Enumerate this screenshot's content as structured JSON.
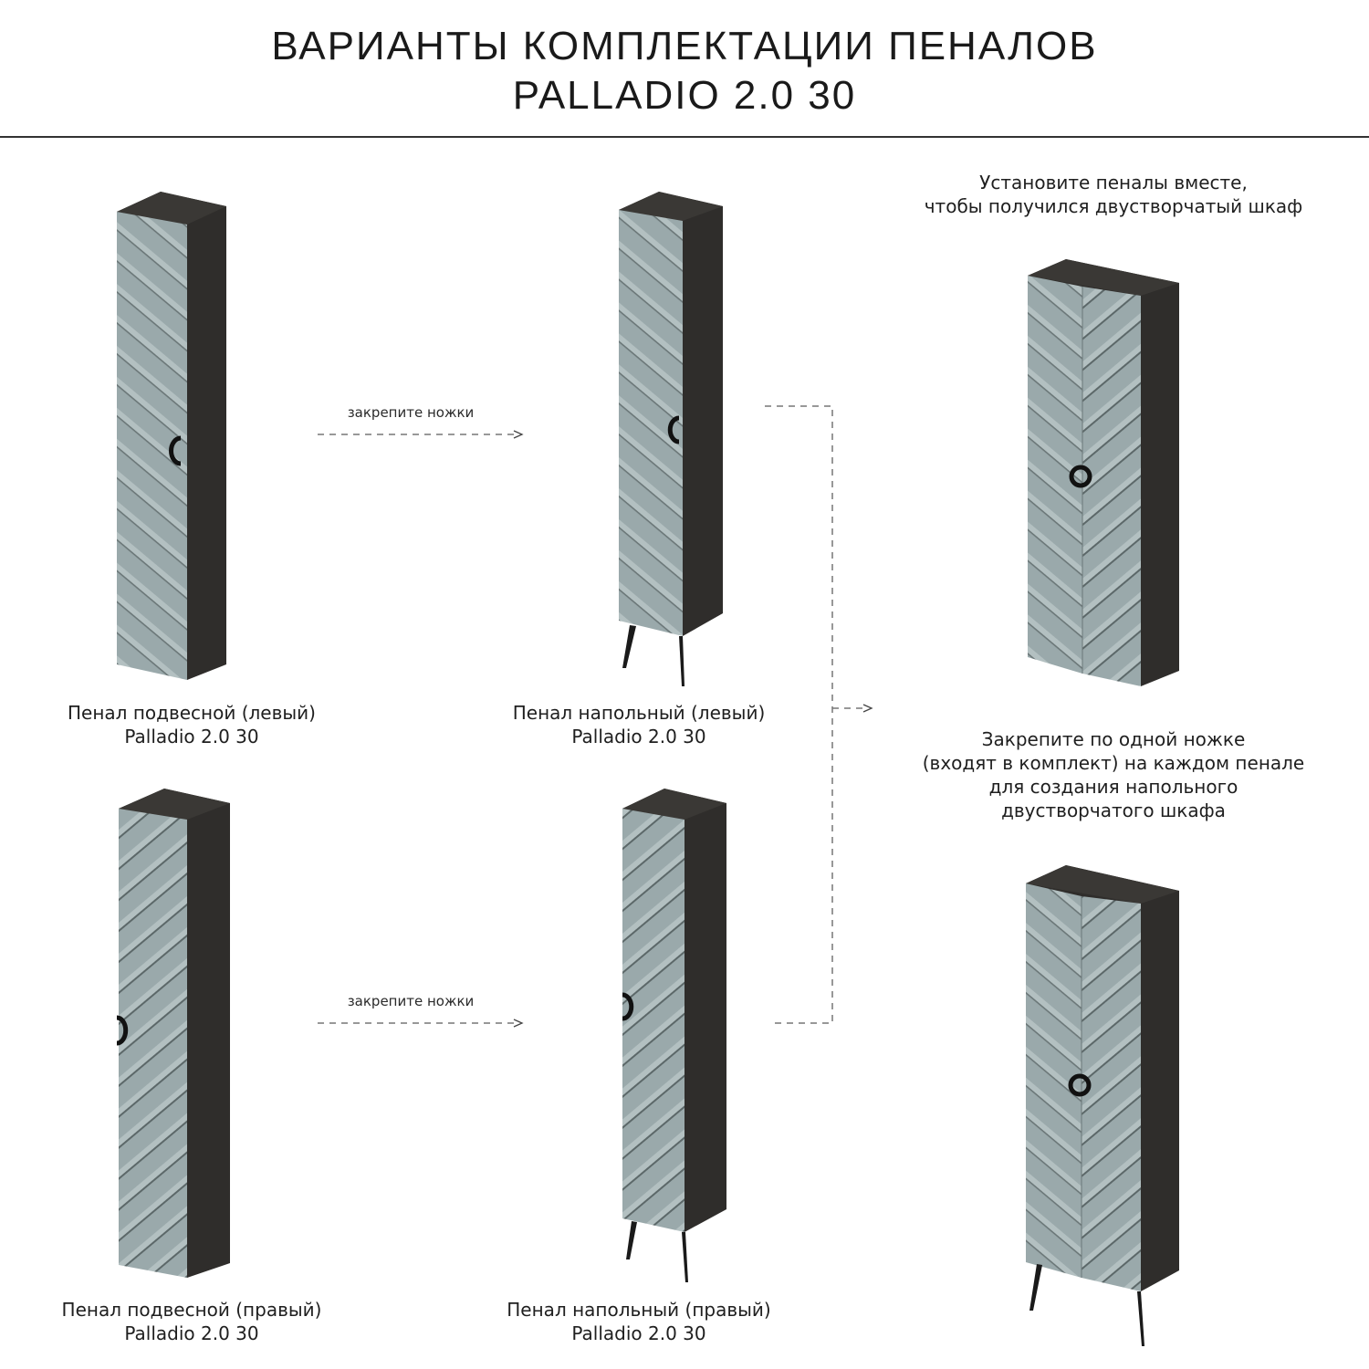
{
  "header": {
    "title_line1": "ВАРИАНТЫ КОМПЛЕКТАЦИИ ПЕНАЛОВ",
    "title_line2": "PALLADIO 2.0 30"
  },
  "colors": {
    "facade": "#9aa9ab",
    "facade_groove": "#5f6b6c",
    "facade_highlight": "#b4c1c2",
    "body": "#2f2d2b",
    "body_top": "#3a3835",
    "handle": "#111111",
    "legs": "#1a1a1a",
    "arrow": "#777777",
    "rule": "#333333"
  },
  "items": [
    {
      "name": "Пенал подвесной (левый)",
      "model": "Palladio 2.0 30"
    },
    {
      "name": "Пенал напольный (левый)",
      "model": "Palladio 2.0 30"
    },
    {
      "name": "Пенал подвесной (правый)",
      "model": "Palladio 2.0 30"
    },
    {
      "name": "Пенал напольный (правый)",
      "model": "Palladio 2.0 30"
    }
  ],
  "arrows": {
    "top_label": "закрепите ножки",
    "bottom_label": "закрепите ножки"
  },
  "notes": {
    "combine_line1": "Установите пеналы вместе,",
    "combine_line2": "чтобы получился двустворчатый шкаф",
    "legs_line1": "Закрепите по одной ножке",
    "legs_line2": "(входят в комплект) на каждом пенале",
    "legs_line3": "для создания напольного",
    "legs_line4": "двустворчатого шкафа"
  }
}
